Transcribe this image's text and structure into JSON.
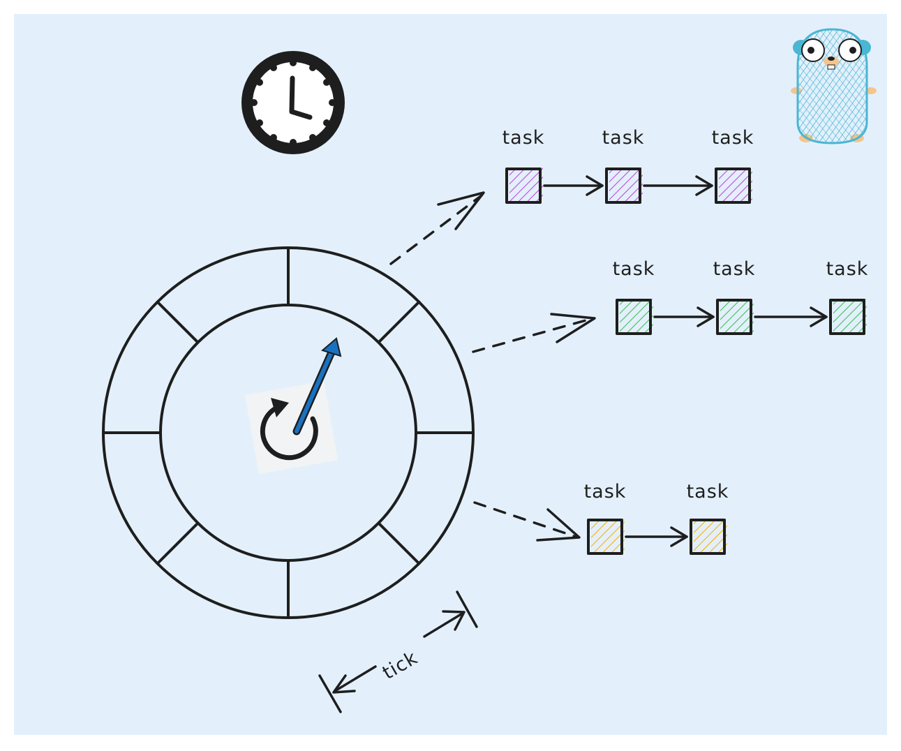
{
  "labels": {
    "task": "task",
    "tick": "tick"
  },
  "rows": [
    {
      "color": "#be4bdb",
      "tasks": [
        "task",
        "task",
        "task"
      ]
    },
    {
      "color": "#40c057",
      "tasks": [
        "task",
        "task",
        "task"
      ]
    },
    {
      "color": "#fab005",
      "tasks": [
        "task",
        "task"
      ]
    }
  ],
  "wheel": {
    "slots": 8
  },
  "colors": {
    "background": "#e3f0fc",
    "ink": "#1e1e1e",
    "pointer": "#1971c2",
    "gopher": "#4ab6d3"
  },
  "icons": [
    "clock-icon",
    "gopher-mascot",
    "rotate-icon"
  ]
}
